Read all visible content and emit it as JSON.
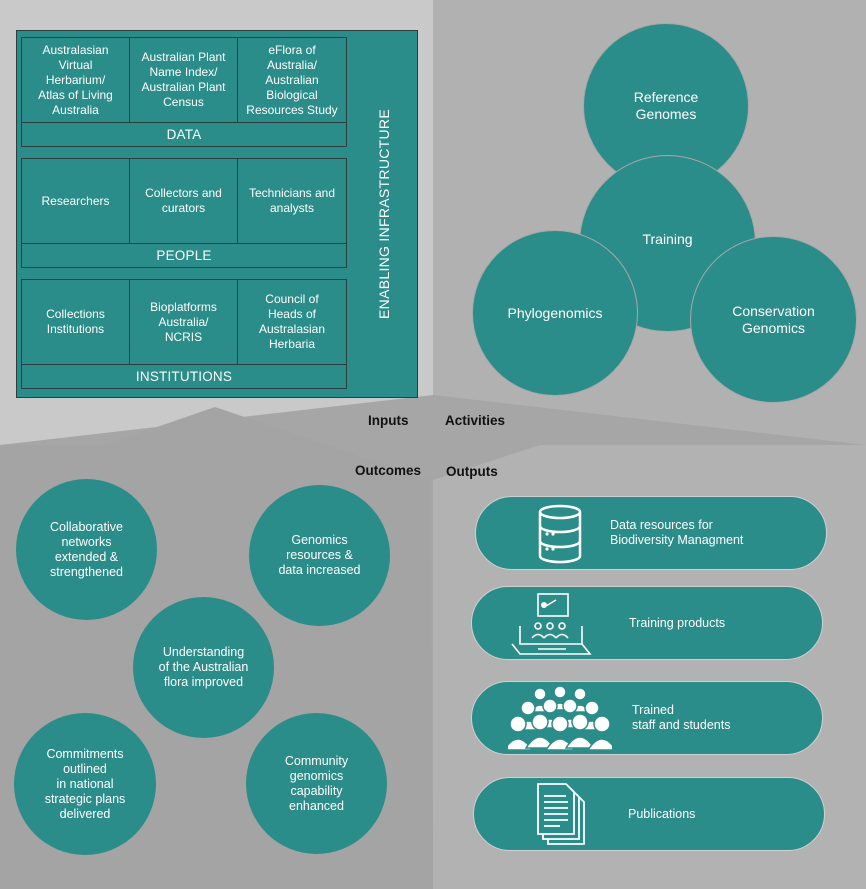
{
  "infrastructure": {
    "title": "ENABLING INFRASTRUCTURE",
    "groups": [
      {
        "label": "DATA",
        "cells": [
          "Australasian\nVirtual\nHerbarium/\nAtlas of Living\nAustralia",
          "Australian Plant\nName Index/\nAustralian Plant\nCensus",
          "eFlora of\nAustralia/\nAustralian\nBiological\nResources Study"
        ]
      },
      {
        "label": "PEOPLE",
        "cells": [
          "Researchers",
          "Collectors and\ncurators",
          "Technicians and\nanalysts"
        ]
      },
      {
        "label": "INSTITUTIONS",
        "cells": [
          "Collections\nInstitutions",
          "Bioplatforms\nAustralia/\nNCRIS",
          "Council of\nHeads of\nAustralasian\nHerbaria"
        ]
      }
    ]
  },
  "quadrants": {
    "inputs": "Inputs",
    "activities": "Activities",
    "outcomes": "Outcomes",
    "outputs": "Outputs"
  },
  "activities": {
    "reference": "Reference\nGenomes",
    "training": "Training",
    "phylogenomics": "Phylogenomics",
    "conservation": "Conservation\nGenomics"
  },
  "outcomes": {
    "collaborative": "Collaborative\nnetworks\nextended &\nstrengthened",
    "genomics_resources": "Genomics\nresources &\ndata increased",
    "understanding": "Understanding\nof the Australian\nflora improved",
    "commitments": "Commitments\noutlined\nin national\nstrategic plans\ndelivered",
    "community": "Community\ngenomics\ncapability\nenhanced"
  },
  "outputs": [
    {
      "icon": "database-icon",
      "text": "Data resources for\nBiodiversity Managment"
    },
    {
      "icon": "training-screen-icon",
      "text": "Training products"
    },
    {
      "icon": "people-group-icon",
      "text": "Trained\nstaff and students"
    },
    {
      "icon": "documents-icon",
      "text": "Publications"
    }
  ],
  "colors": {
    "teal": "#2b8d8a",
    "light_grey": "#c9c9c9",
    "mid_grey": "#b2b2b2",
    "dark_grey": "#a4a4a4"
  }
}
